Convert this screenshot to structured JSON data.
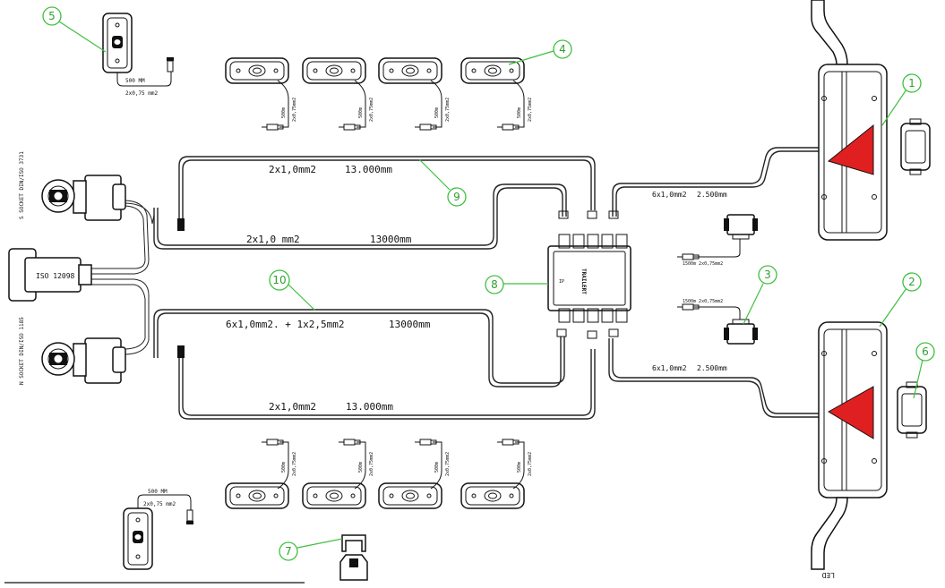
{
  "diagram": {
    "colors": {
      "callout": "#3fbf3f",
      "triangle": "#e02020",
      "line": "#222222"
    },
    "callouts": [
      "1",
      "2",
      "3",
      "4",
      "5",
      "6",
      "7",
      "8",
      "9",
      "10"
    ],
    "cable_labels": {
      "top_long": {
        "section": "2x1,0mm2",
        "length": "13.000mm"
      },
      "top_mid": {
        "section": "2x1,0 mm2",
        "length": "13000mm"
      },
      "main_bus": {
        "section": "6x1,0mm2. + 1x2,5mm2",
        "length": "13000mm"
      },
      "bottom_long": {
        "section": "2x1,0mm2",
        "length": "13.000mm"
      },
      "right_top": {
        "section": "6x1,0mm2",
        "length": "2.500mm"
      },
      "right_bottom": {
        "section": "6x1,0mm2",
        "length": "2.500mm"
      }
    },
    "item5_top": {
      "length": "500 MM",
      "section": "2x0,75 mm2"
    },
    "item5_bottom": {
      "length": "500 MM",
      "section": "2x0,75 mm2"
    },
    "side_marker_lead": {
      "length": "500m",
      "section": "2x0,75mm2"
    },
    "item3_top": "1500m 2x0,75mm2",
    "item3_bottom": "1500m 2x0,75mm2",
    "sockets": {
      "s_socket": "S SOCKET DIN/ISO 3731",
      "iso": "ISO 12098",
      "n_socket": "N SOCKET DIN/ISO 1185"
    },
    "led_label": "LED",
    "junction_box": {
      "brand": "TRAILERT",
      "mark": "IP"
    }
  }
}
